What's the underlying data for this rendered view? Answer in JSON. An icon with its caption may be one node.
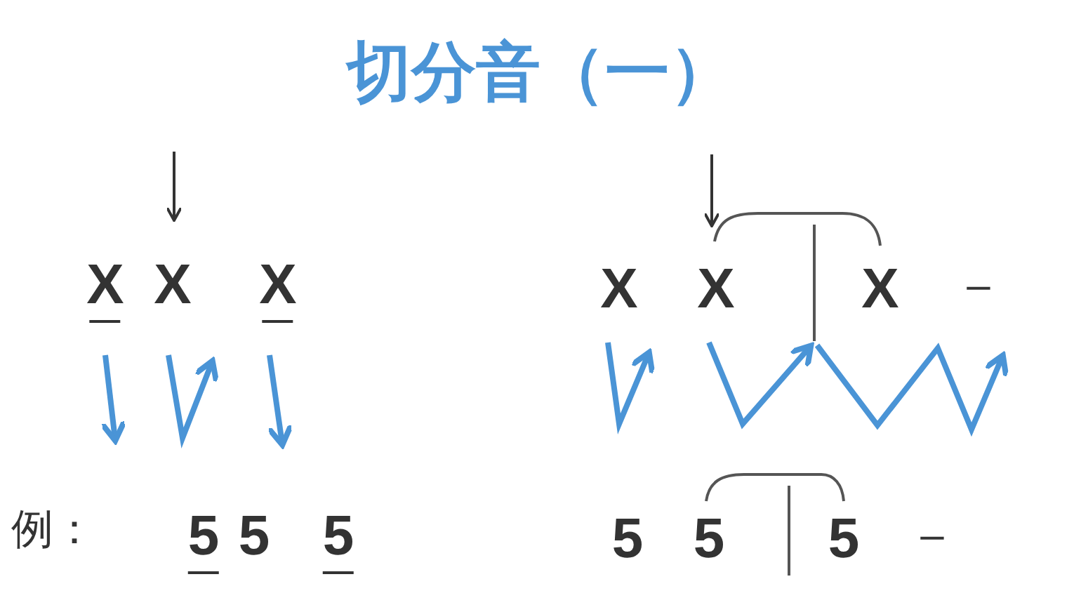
{
  "diagram": {
    "title": "切分音（一）",
    "labels": [
      "X",
      "X",
      "X",
      "X",
      "X",
      "X",
      "–",
      "例：",
      "5",
      "5",
      "5",
      "5",
      "5",
      "5",
      "–"
    ]
  }
}
